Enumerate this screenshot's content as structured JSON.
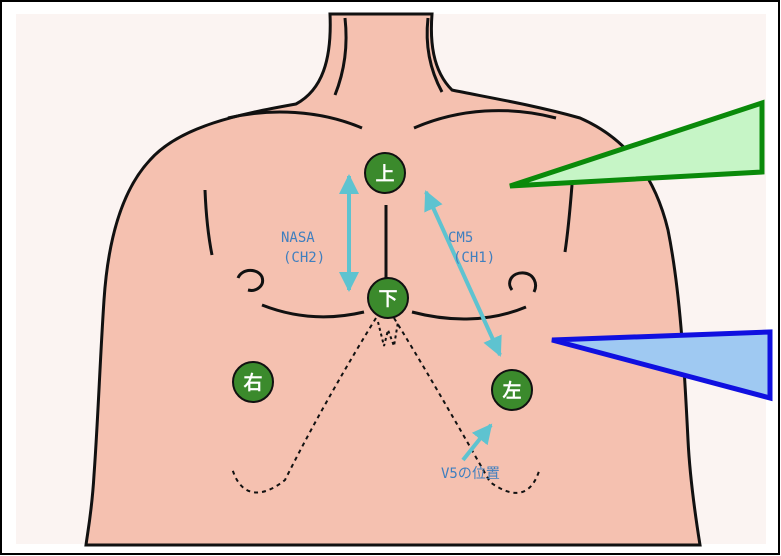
{
  "electrodes": {
    "upper": "上",
    "lower": "下",
    "right": "右",
    "left": "左"
  },
  "leads": {
    "nasa_line1": "NASA",
    "nasa_line2": "(CH2)",
    "cm5_line1": "CM5",
    "cm5_line2": "(CH1)",
    "v5_position": "V5の位置"
  },
  "colors": {
    "skin": "#f5c1b0",
    "electrode": "#3b8a2c",
    "lead_arrow": "#5ec3d0",
    "lead_text": "#3f7fbf",
    "callout_green_fill": "#c6f5c6",
    "callout_green_stroke": "#0a8a0a",
    "callout_blue_fill": "#9fc9f2",
    "callout_blue_stroke": "#1010e0"
  }
}
